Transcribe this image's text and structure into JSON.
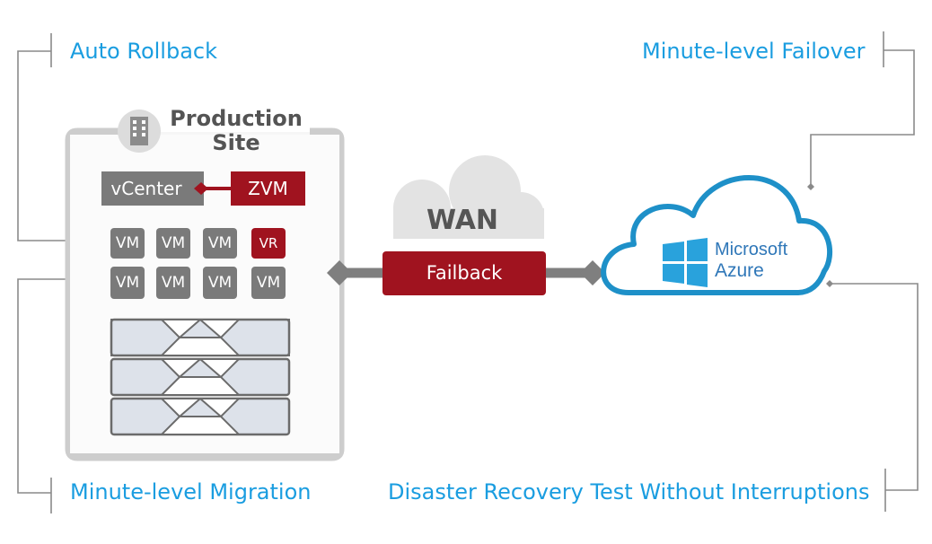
{
  "callouts": {
    "auto_rollback": "Auto Rollback",
    "minute_failover": "Minute-level Failover",
    "minute_migration": "Minute-level Migration",
    "dr_test": "Disaster Recovery Test Without Interruptions"
  },
  "production_site": {
    "title_line1": "Production",
    "title_line2": "Site",
    "vcenter": "vCenter",
    "zvm": "ZVM",
    "vm_rows": [
      [
        "VM",
        "VM",
        "VM",
        "VR"
      ],
      [
        "VM",
        "VM",
        "VM",
        "VM"
      ]
    ]
  },
  "wan": {
    "label": "WAN"
  },
  "failback": {
    "label": "Failback"
  },
  "azure": {
    "line1": "Microsoft",
    "line2": "Azure"
  },
  "colors": {
    "accent_blue": "#1a9de0",
    "zerto_red": "#a0131f",
    "gray_box": "#7a7a7a",
    "connector_gray": "#7f7f7f",
    "azure_blue": "#1e90c8"
  },
  "icons": {
    "building": "building-icon",
    "windows_logo": "windows-logo-icon",
    "server": "server-icon"
  }
}
